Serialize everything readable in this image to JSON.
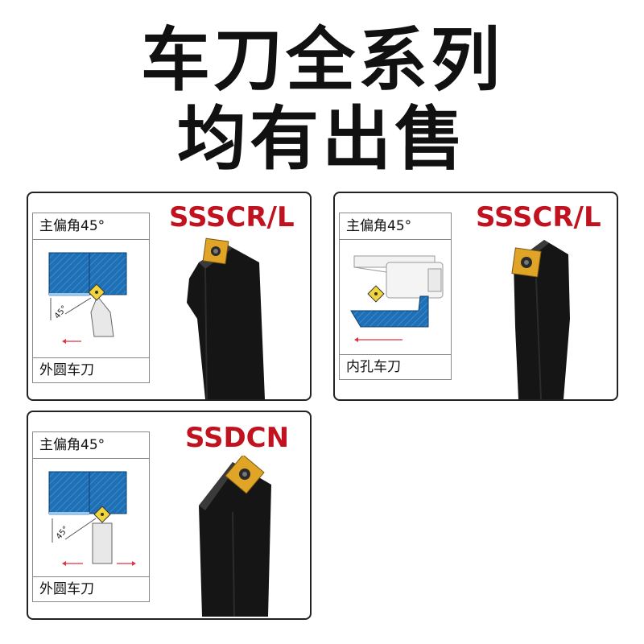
{
  "headline": {
    "line1": "车刀全系列",
    "line2": "均有出售"
  },
  "cards": [
    {
      "model": "SSSCR/L",
      "angle_label": "主偏角45°",
      "type_label": "外圆车刀",
      "angle_mark": "45°"
    },
    {
      "model": "SSSCR/L",
      "angle_label": "主偏角45°",
      "type_label": "内孔车刀"
    },
    {
      "model": "SSDCN",
      "angle_label": "主偏角45°",
      "type_label": "外圆车刀",
      "angle_mark": "45°"
    }
  ],
  "colors": {
    "model_text": "#c1121f",
    "workpiece": "#1f6fb5",
    "insert": "#e0a526",
    "tool_body": "#111111"
  }
}
